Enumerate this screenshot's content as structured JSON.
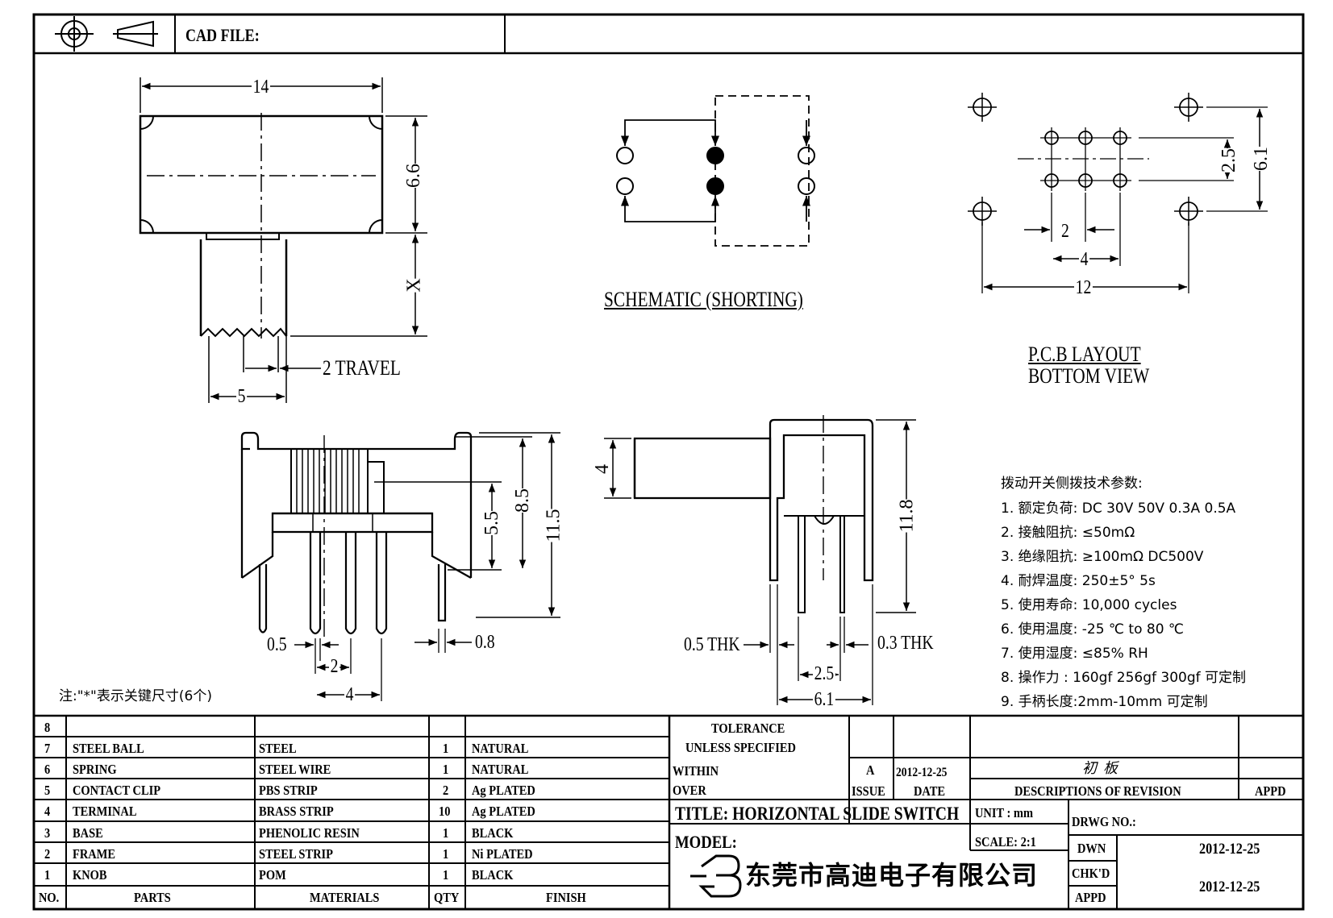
{
  "header": {
    "cad_file_label": "CAD FILE:",
    "projection_icon": "first-angle-projection-icon"
  },
  "views": {
    "top": {
      "dim_length": "14",
      "dim_height": "6.6",
      "dim_x": "X",
      "dim_travel": "2 TRAVEL",
      "dim_knob": "5"
    },
    "schematic": {
      "caption": "SCHEMATIC (SHORTING)"
    },
    "pcb": {
      "dim_pitch_small": "2",
      "dim_pitch_mid": "4",
      "dim_span": "12",
      "dim_row": "2.5",
      "dim_outer": "6.1",
      "caption_line1": "P.C.B LAYOUT",
      "caption_line2": "BOTTOM VIEW"
    },
    "front": {
      "dim_55": "5.5",
      "dim_85": "8.5",
      "dim_115": "11.5",
      "dim_05": "0.5",
      "dim_08": "0.8",
      "dim_2": "2",
      "dim_4": "4"
    },
    "side": {
      "dim_4": "4",
      "dim_118": "11.8",
      "dim_05thk": "0.5 THK",
      "dim_03thk": "0.3 THK",
      "dim_25": "2.5",
      "dim_61": "6.1"
    },
    "note": "注:\"*\"表示关键尺寸(6个)"
  },
  "specs": {
    "title": "拨动开关侧拨技术参数:",
    "items": [
      "1.  额定负荷: DC 30V    50V    0.3A    0.5A",
      "2.  接触阻抗: ≤50mΩ",
      "3.  绝缘阻抗: ≥100mΩ   DC500V",
      "4.  耐焊温度: 250±5°  5s",
      "5.  使用寿命: 10,000 cycles",
      "6.  使用温度: -25 ℃  to 80 ℃",
      "7.  使用湿度: ≤85% RH",
      "8.  操作力 : 160gf    256gf    300gf  可定制",
      "9.  手柄长度:2mm-10mm   可定制"
    ]
  },
  "bom": {
    "headers": {
      "no": "NO.",
      "parts": "PARTS",
      "materials": "MATERIALS",
      "qty": "QTY",
      "finish": "FINISH"
    },
    "rows": [
      {
        "no": "8",
        "part": "",
        "material": "",
        "qty": "",
        "finish": ""
      },
      {
        "no": "7",
        "part": "STEEL BALL",
        "material": "STEEL",
        "qty": "1",
        "finish": "NATURAL"
      },
      {
        "no": "6",
        "part": "SPRING",
        "material": "STEEL WIRE",
        "qty": "1",
        "finish": "NATURAL"
      },
      {
        "no": "5",
        "part": "CONTACT CLIP",
        "material": "PBS STRIP",
        "qty": "2",
        "finish": "Ag PLATED"
      },
      {
        "no": "4",
        "part": "TERMINAL",
        "material": "BRASS STRIP",
        "qty": "10",
        "finish": "Ag PLATED"
      },
      {
        "no": "3",
        "part": "BASE",
        "material": "PHENOLIC RESIN",
        "qty": "1",
        "finish": "BLACK"
      },
      {
        "no": "2",
        "part": "FRAME",
        "material": "STEEL STRIP",
        "qty": "1",
        "finish": "Ni PLATED"
      },
      {
        "no": "1",
        "part": "KNOB",
        "material": "POM",
        "qty": "1",
        "finish": "BLACK"
      }
    ]
  },
  "title_block": {
    "tolerance_line1": "TOLERANCE",
    "tolerance_line2": "UNLESS  SPECIFIED",
    "within": "WITHIN",
    "over": "OVER",
    "issue_value": "A",
    "date_value": "2012-12-25",
    "revision_value": "初板",
    "issue_label": "ISSUE",
    "date_label": "DATE",
    "desc_label": "DESCRIPTIONS OF REVISION",
    "appd_label": "APPD",
    "title": "TITLE: HORIZONTAL SLIDE SWITCH",
    "unit": "UNIT : mm",
    "drwg_no": "DRWG NO.:",
    "model": "MODEL:",
    "scale": "SCALE: 2:1",
    "dwn_label": "DWN",
    "dwn_date": "2012-12-25",
    "chkd_label": "CHK'D",
    "appd_label2": "APPD",
    "chk_date": "2012-12-25",
    "company": "东莞市高迪电子有限公司"
  }
}
